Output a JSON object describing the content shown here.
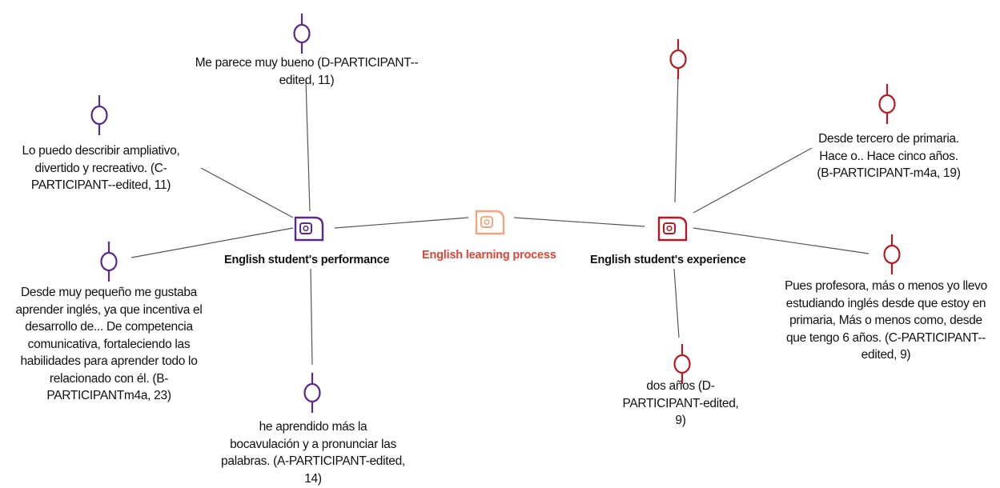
{
  "colors": {
    "purple": "#5a2a86",
    "red": "#b01c24",
    "center": "#f0a57e",
    "center_label": "#d14a3c",
    "line": "#555555"
  },
  "hubs": {
    "center": {
      "label": "English learning process",
      "icon": "code-document-icon"
    },
    "performance": {
      "label": "English student's performance",
      "icon": "code-document-icon"
    },
    "experience": {
      "label": "English student's experience",
      "icon": "code-document-icon"
    }
  },
  "quotes": {
    "p1": "Me parece muy bueno (D-PARTICIPANT--\nedited, 11)",
    "p2": "Lo puedo describir ampliativo,\ndivertido y  recreativo. (C-\nPARTICIPANT--edited, 11)",
    "p3": "Desde muy pequeño me gustaba\naprender inglés, ya que incentiva el\ndesarrollo de... De competencia\ncomunicativa, fortaleciendo las\nhabilidades para aprender todo lo\nrelacionado con él. (B-\nPARTICIPANTm4a, 23)",
    "p4": "he aprendido más la\nbocavulación y a pronunciar las\npalabras. (A-PARTICIPANT-edited,\n14)",
    "e1": "Desde tercero de primaria.\nHace o.. Hace cinco años.\n(B-PARTICIPANT-m4a, 19)",
    "e2": "Pues profesora, más o menos yo llevo\nestudiando inglés desde que estoy en\nprimaria, Más o menos como, desde\nque  tengo 6 años. (C-PARTICIPANT--\nedited, 9)",
    "e3": "dos años (D-\nPARTICIPANT-edited,\n9)"
  },
  "icons": {
    "quote": "quotation-pin-icon"
  }
}
